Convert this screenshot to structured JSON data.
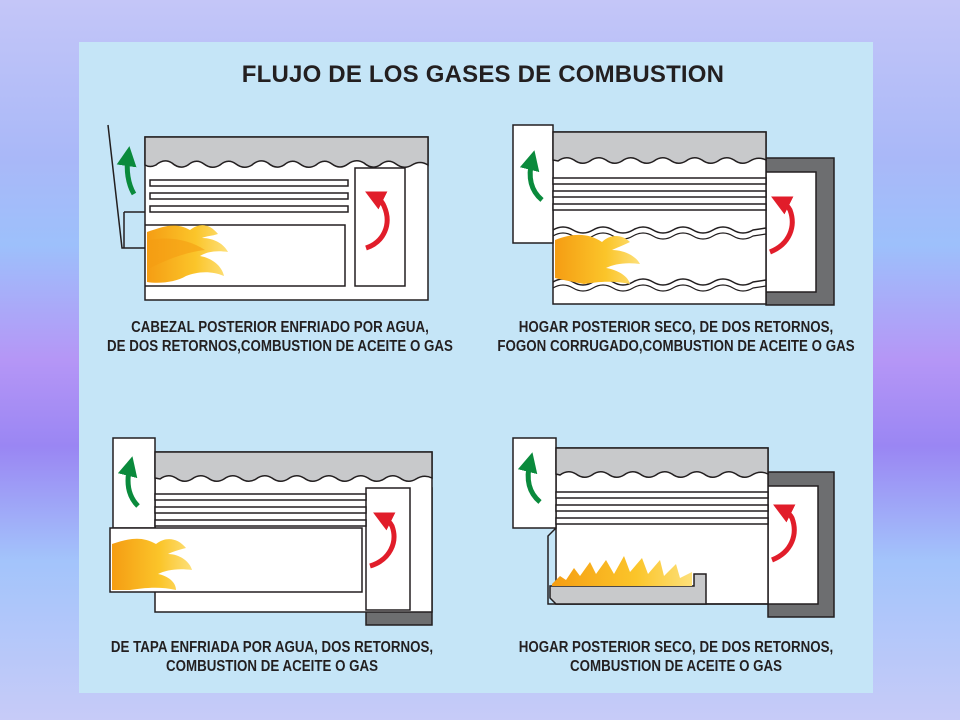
{
  "title": "FLUJO DE LOS GASES DE COMBUSTION",
  "diagrams": [
    {
      "caption": [
        "CABEZAL POSTERIOR ENFRIADO POR AGUA,",
        "DE DOS RETORNOS,COMBUSTION DE ACEITE O GAS"
      ]
    },
    {
      "caption": [
        "HOGAR POSTERIOR SECO, DE DOS RETORNOS,",
        "FOGON CORRUGADO,COMBUSTION DE ACEITE O GAS"
      ]
    },
    {
      "caption": [
        "DE TAPA ENFRIADA POR AGUA, DOS RETORNOS,",
        "COMBUSTION DE ACEITE O GAS"
      ]
    },
    {
      "caption": [
        "HOGAR POSTERIOR SECO, DE DOS RETORNOS,",
        "COMBUSTION DE ACEITE O GAS"
      ]
    }
  ],
  "colors": {
    "panel": "#c5e5f7",
    "outline": "#231f20",
    "water": "#c8c9cb",
    "refractory": "#6d6e70",
    "arrow_green": "#0a8a3c",
    "arrow_red": "#e11d2a",
    "flame": "#f7b21b"
  }
}
